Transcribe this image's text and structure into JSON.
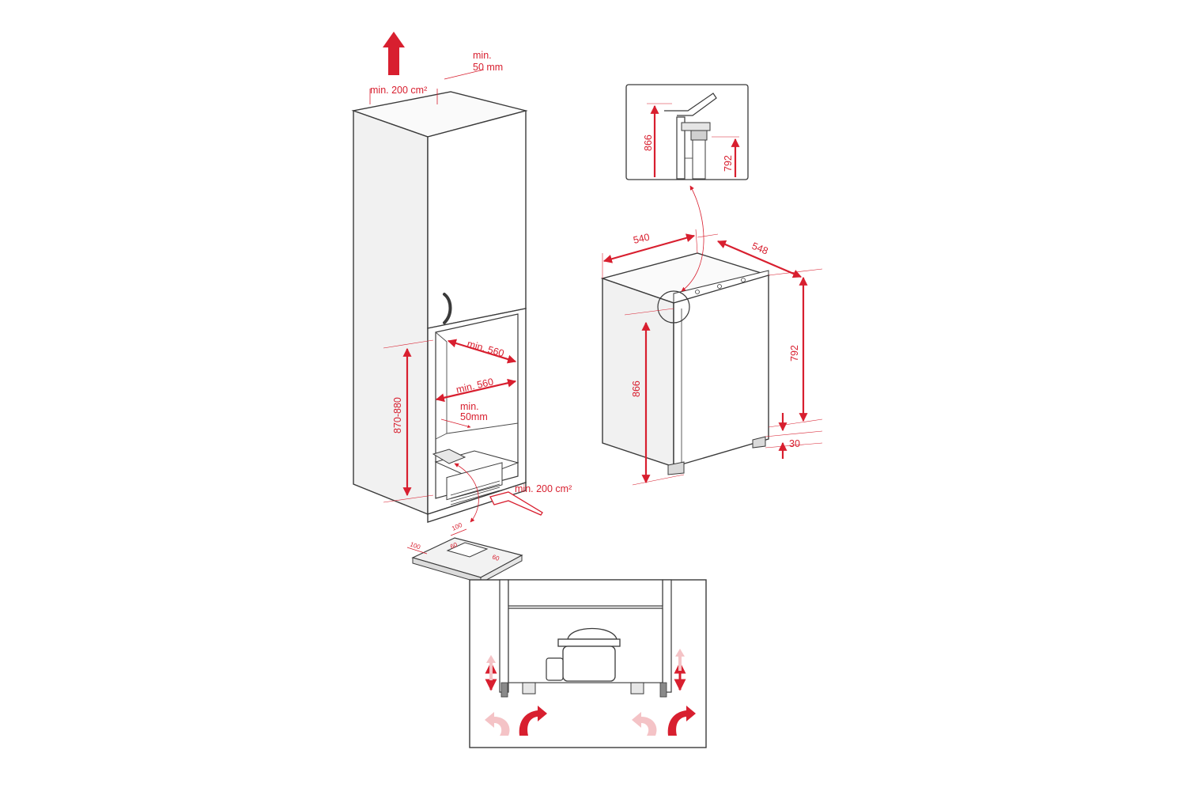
{
  "cabinet": {
    "top_vent_label": "min. 200 cm²",
    "top_gap_label_line1": "min.",
    "top_gap_label_line2": "50 mm",
    "niche_width_label_1": "min. 560",
    "niche_width_label_2": "min. 560",
    "rear_gap_label_line1": "min.",
    "rear_gap_label_line2": "50mm",
    "niche_height_label": "870-880",
    "bottom_vent_label": "min. 200 cm²"
  },
  "floor_plate": {
    "dims": [
      "100",
      "100",
      "60",
      "60"
    ]
  },
  "appliance": {
    "width_label": "540",
    "depth_label": "548",
    "height_label": "866",
    "body_height_label": "792",
    "foot_label": "30"
  },
  "detail": {
    "height_label": "866",
    "body_height_label": "792"
  },
  "colors": {
    "dimension": "#d81f2f",
    "airflow_light": "#f4c3c6",
    "outline": "#3a3a3a"
  },
  "icons": [
    "airflow-up-arrow-icon",
    "airflow-in-arrow-icon",
    "curved-airflow-arrow-icon"
  ]
}
